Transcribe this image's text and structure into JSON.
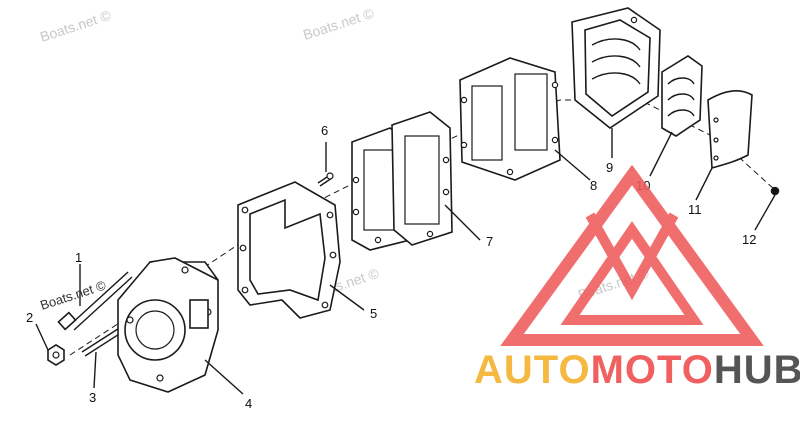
{
  "watermark": "Boats.net ©",
  "callouts": [
    "1",
    "2",
    "3",
    "4",
    "5",
    "6",
    "7",
    "8",
    "9",
    "10",
    "11",
    "12"
  ],
  "logo": {
    "part_auto": "AUTO",
    "part_moto": "MOTO",
    "part_hub": "HUB",
    "color_auto": "#f5b840",
    "color_moto": "#f06060",
    "color_hub": "#555555",
    "triangle_color": "#ef5b5b"
  }
}
